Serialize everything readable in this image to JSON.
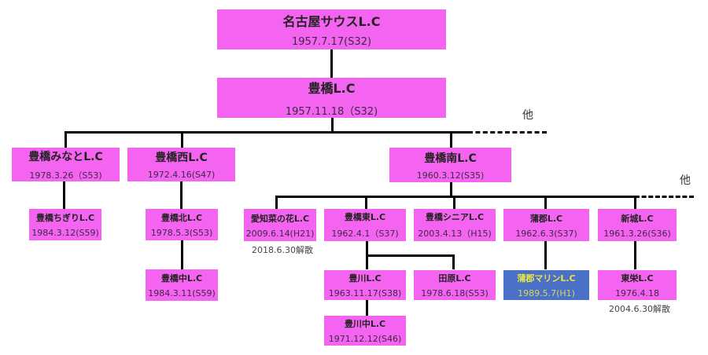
{
  "clubs": {
    "nagoya_south": {
      "name": "名古屋サウスL.C",
      "date": "1957.7.17(S32)"
    },
    "toyohashi": {
      "name": "豊橋L.C",
      "date": "1957.11.18（S32)"
    },
    "toyohashi_minato": {
      "name": "豊橋みなとL.C",
      "date": "1978.3.26（S53)"
    },
    "toyohashi_nishi": {
      "name": "豊橋西L.C",
      "date": "1972.4.16(S47)"
    },
    "toyohashi_minami": {
      "name": "豊橋南L.C",
      "date": "1960.3.12(S35)"
    },
    "toyohashi_chigiri": {
      "name": "豊橋ちぎりL.C",
      "date": "1984.3.12(S59)"
    },
    "toyohashi_kita": {
      "name": "豊橋北L.C",
      "date": "1978.5.3(S53)"
    },
    "toyohashi_naka": {
      "name": "豊橋中L.C",
      "date": "1984.3.11(S59)"
    },
    "aichi_nanohana": {
      "name": "愛知菜の花L.C",
      "date": "2009.6.14(H21)",
      "note": "2018.6.30解散"
    },
    "toyohashi_higashi": {
      "name": "豊橋東L.C",
      "date": "1962.4.1（S37)"
    },
    "toyohashi_senior": {
      "name": "豊橋シニアL.C",
      "date": "2003.4.13（H15)"
    },
    "gamagori": {
      "name": "蒲郡L.C",
      "date": "1962.6.3(S37)"
    },
    "shinshiro": {
      "name": "新城L.C",
      "date": "1961.3.26(S36)"
    },
    "toyokawa": {
      "name": "豊川L.C",
      "date": "1963.11.17(S38)"
    },
    "tahara": {
      "name": "田原L.C",
      "date": "1978.6.18(S53)"
    },
    "gamagori_marine": {
      "name": "蒲郡マリンL.C",
      "date": "1989.5.7(H1)"
    },
    "touei": {
      "name": "東栄L.C",
      "date": "1976.4.18",
      "note": "2004.6.30解散"
    },
    "toyokawa_naka": {
      "name": "豊川中L.C",
      "date": "1971.12.12(S46)"
    }
  },
  "others_label": "他",
  "colors": {
    "node": "#f564f0",
    "highlight": "#4a70c8",
    "highlight_text": "#e8e640"
  }
}
